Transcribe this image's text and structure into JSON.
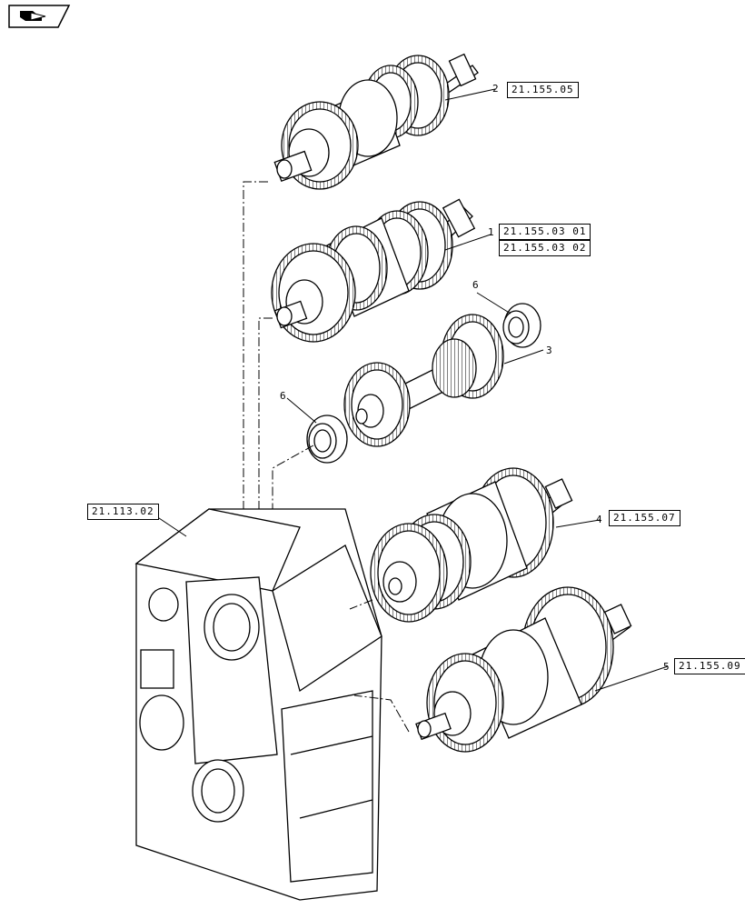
{
  "nav": {
    "icon": "back-arrow-icon"
  },
  "refs": {
    "r1": "21.155.05",
    "r2": "21.155.03 01",
    "r3": "21.155.03 02",
    "r4": "21.155.07",
    "r5": "21.155.09",
    "r6": "21.113.02"
  },
  "callouts": {
    "c2": "2",
    "c1": "1",
    "c6a": "6",
    "c3": "3",
    "c6b": "6",
    "c4": "4",
    "c5": "5"
  }
}
